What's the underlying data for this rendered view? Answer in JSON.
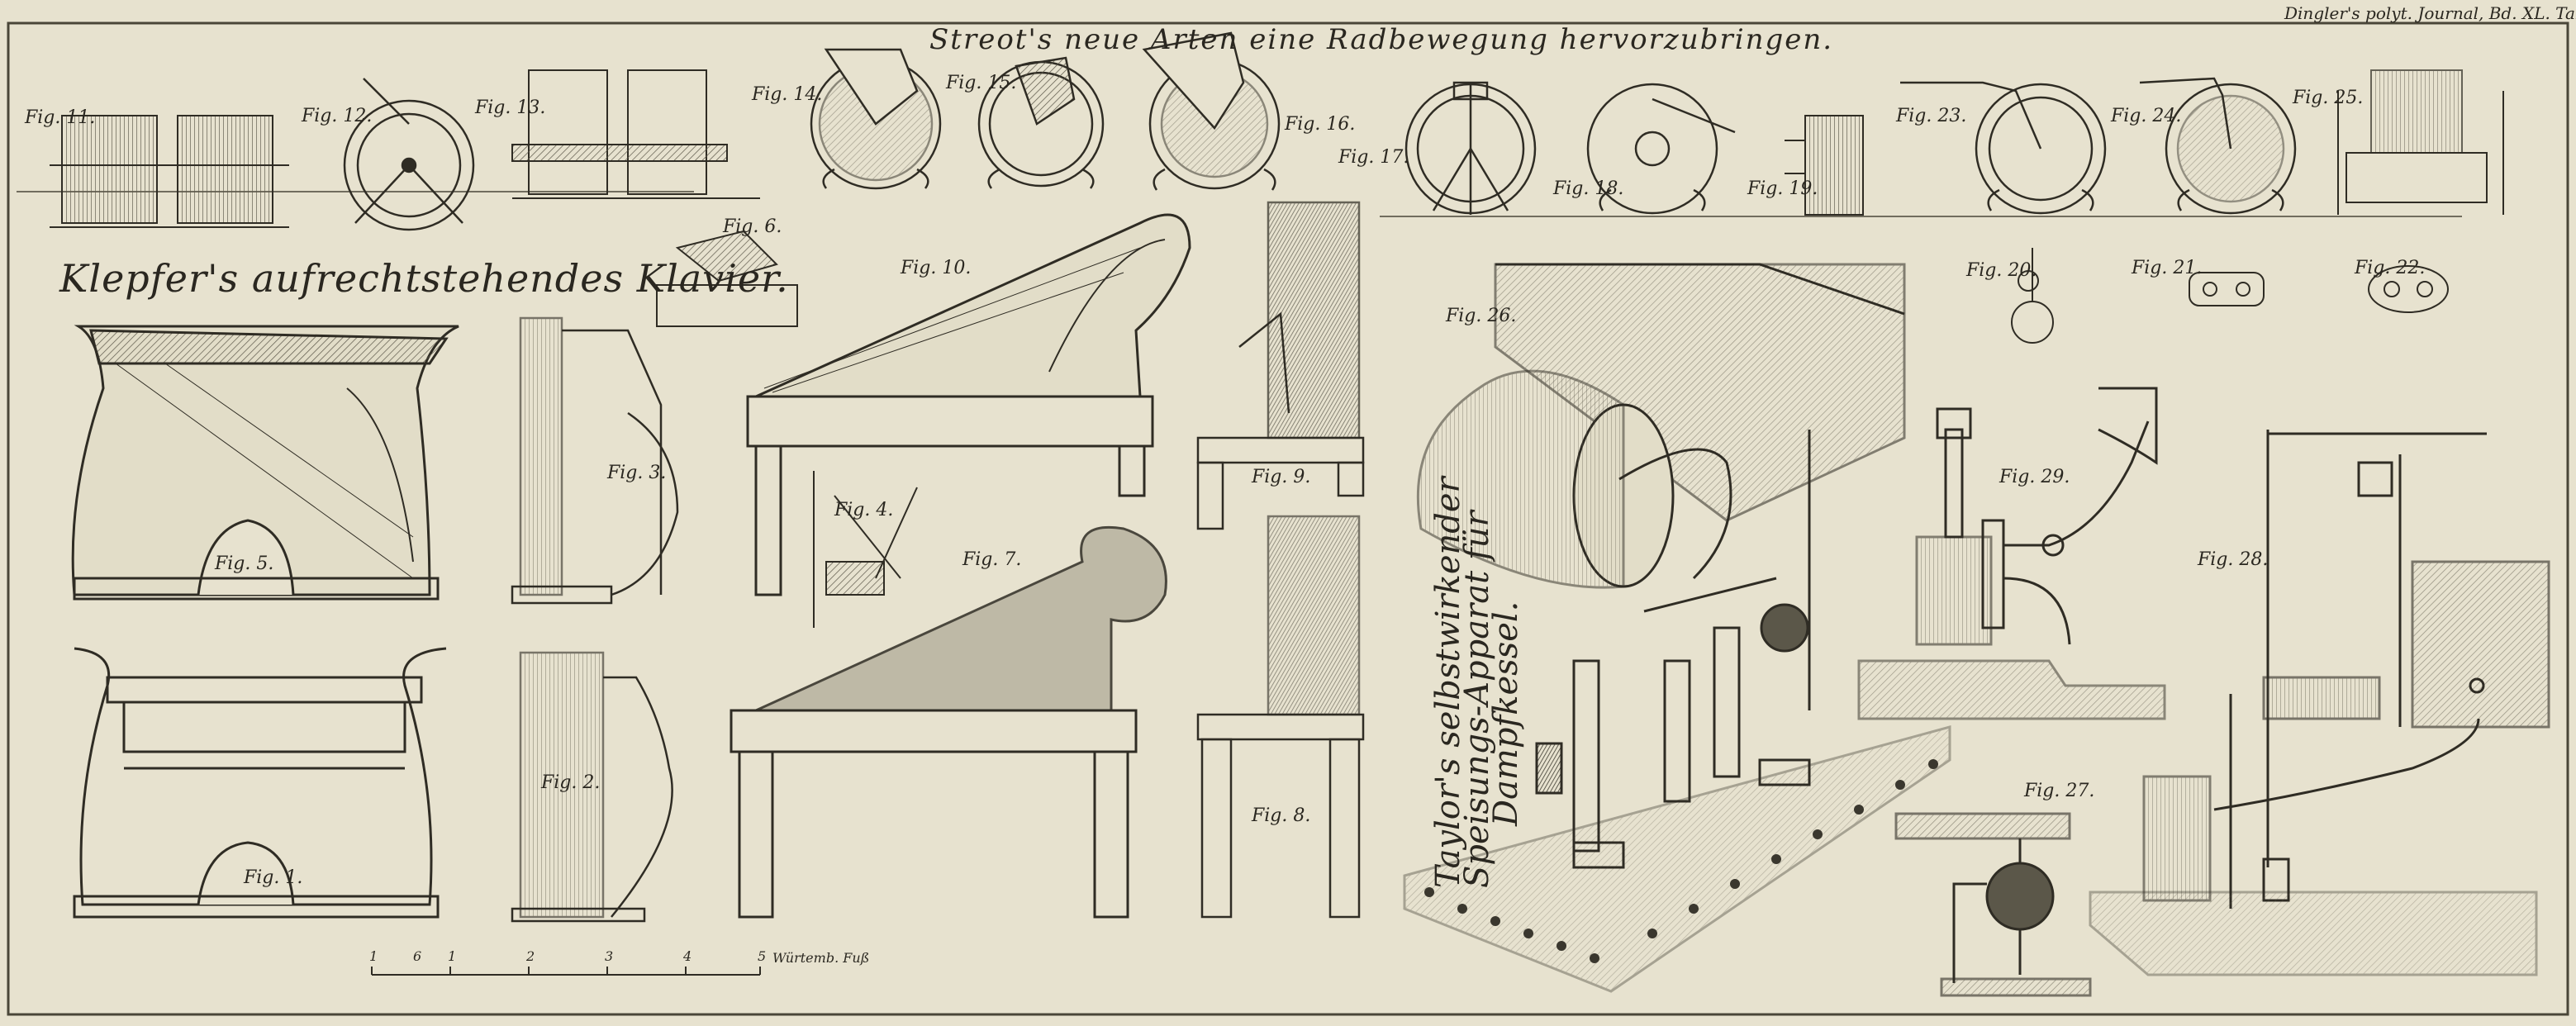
{
  "header": {
    "title": "Streot's neue Arten eine Radbewegung hervorzubringen.",
    "corner_note": "Dingler's polyt. Journal, Bd. XL. Tab.",
    "klavier_title": "Klepfer's aufrechtstehendes Klavier.",
    "taylor_title_line1": "Taylor's selbstwirkender",
    "taylor_title_line2": "Speisungs-Apparat für",
    "taylor_title_line3": "Dampfkessel."
  },
  "figures": {
    "fig1": "Fig. 1.",
    "fig2": "Fig. 2.",
    "fig3": "Fig. 3.",
    "fig4": "Fig. 4.",
    "fig5": "Fig. 5.",
    "fig6": "Fig. 6.",
    "fig7": "Fig. 7.",
    "fig8": "Fig. 8.",
    "fig9": "Fig. 9.",
    "fig10": "Fig. 10.",
    "fig11": "Fig. 11.",
    "fig12": "Fig. 12.",
    "fig13": "Fig. 13.",
    "fig14": "Fig. 14.",
    "fig15": "Fig. 15.",
    "fig16": "Fig. 16.",
    "fig17": "Fig. 17.",
    "fig18": "Fig. 18.",
    "fig19": "Fig. 19.",
    "fig20": "Fig. 20.",
    "fig21": "Fig. 21.",
    "fig22": "Fig. 22.",
    "fig23": "Fig. 23.",
    "fig24": "Fig. 24.",
    "fig25": "Fig. 25.",
    "fig26": "Fig. 26.",
    "fig27": "Fig. 27.",
    "fig28": "Fig. 28.",
    "fig29": "Fig. 29."
  },
  "scale": {
    "ticks": [
      "1",
      "6",
      "1",
      "2",
      "3",
      "4",
      "5"
    ],
    "unit": "Würtemb. Fuß"
  },
  "colors": {
    "paper": "#e7e2cf",
    "ink": "#2a2720",
    "shade": "#8c8778"
  }
}
